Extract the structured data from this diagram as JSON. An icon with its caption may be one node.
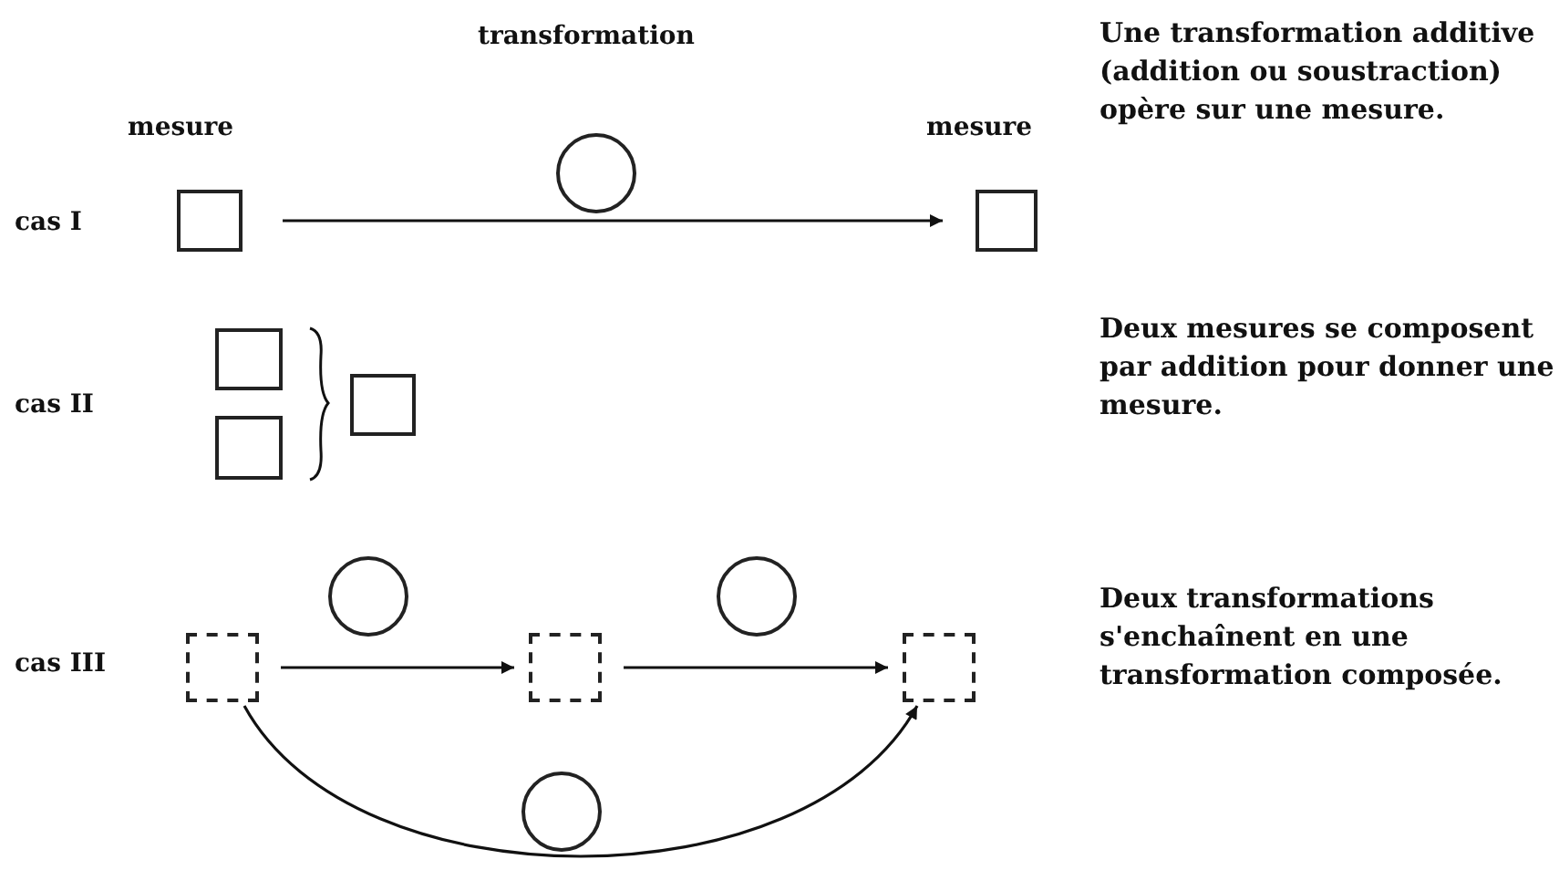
{
  "diagram": {
    "nodes": [
      {
        "text": [],
        "shape": "box"
      },
      {
        "text": [],
        "shape": "circle"
      },
      {
        "text": [],
        "shape": "box"
      },
      {
        "text": [],
        "shape": "box"
      },
      {
        "text": [],
        "shape": "box"
      },
      {
        "text": [],
        "shape": "box"
      },
      {
        "text": [],
        "shape": "circle"
      },
      {
        "text": [],
        "shape": "circle"
      },
      {
        "text": [],
        "shape": "box"
      },
      {
        "text": [],
        "shape": "box"
      },
      {
        "text": [],
        "shape": "box"
      },
      {
        "text": [],
        "shape": "circle"
      }
    ],
    "edges": [
      {
        "from": 0,
        "to": 2,
        "arrow": "to"
      },
      {
        "from": 8,
        "to": 9,
        "arrow": "to"
      },
      {
        "from": 9,
        "to": 10,
        "arrow": "to"
      },
      {
        "from": 8,
        "to": 10,
        "arrow": "to"
      }
    ],
    "labels": [
      "transformation",
      "Une transformation additive (addition ou soustraction) opère sur une mesure.",
      "mesure",
      "mesure",
      "cas I",
      "cas II",
      "Deux mesures se composent par addition pour donner une mesure.",
      "cas III",
      "Deux transformations s'enchaînent en une transformation composée."
    ]
  }
}
